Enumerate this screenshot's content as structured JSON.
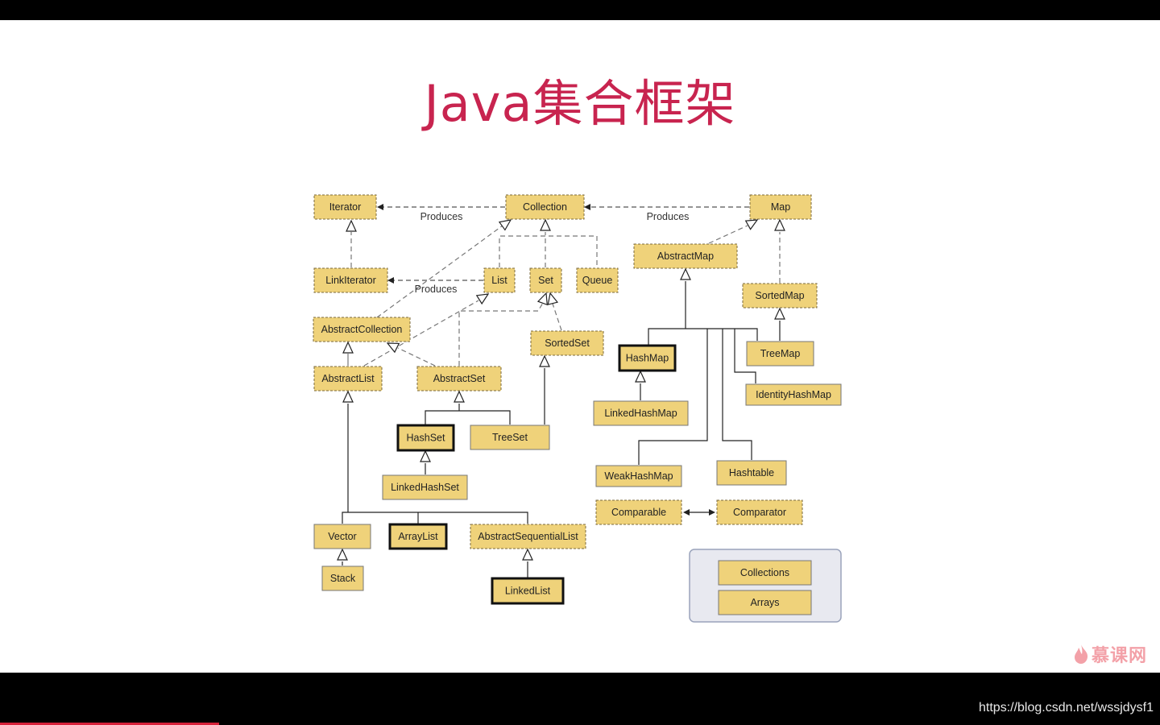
{
  "slide": {
    "title": "Java集合框架",
    "watermark": "慕课网",
    "source_url": "https://blog.csdn.net/wssjdysf1"
  },
  "diagram": {
    "nodes": [
      {
        "id": "Iterator",
        "label": "Iterator",
        "kind": "interface"
      },
      {
        "id": "Collection",
        "label": "Collection",
        "kind": "interface"
      },
      {
        "id": "Map",
        "label": "Map",
        "kind": "interface"
      },
      {
        "id": "LinkIterator",
        "label": "LinkIterator",
        "kind": "interface"
      },
      {
        "id": "List",
        "label": "List",
        "kind": "interface"
      },
      {
        "id": "Set",
        "label": "Set",
        "kind": "interface"
      },
      {
        "id": "Queue",
        "label": "Queue",
        "kind": "interface"
      },
      {
        "id": "AbstractMap",
        "label": "AbstractMap",
        "kind": "abstract"
      },
      {
        "id": "SortedMap",
        "label": "SortedMap",
        "kind": "interface"
      },
      {
        "id": "AbstractCollection",
        "label": "AbstractCollection",
        "kind": "abstract"
      },
      {
        "id": "SortedSet",
        "label": "SortedSet",
        "kind": "interface"
      },
      {
        "id": "HashMap",
        "label": "HashMap",
        "kind": "main"
      },
      {
        "id": "TreeMap",
        "label": "TreeMap",
        "kind": "class"
      },
      {
        "id": "AbstractList",
        "label": "AbstractList",
        "kind": "abstract"
      },
      {
        "id": "AbstractSet",
        "label": "AbstractSet",
        "kind": "abstract"
      },
      {
        "id": "IdentityHashMap",
        "label": "IdentityHashMap",
        "kind": "class"
      },
      {
        "id": "LinkedHashMap",
        "label": "LinkedHashMap",
        "kind": "class"
      },
      {
        "id": "HashSet",
        "label": "HashSet",
        "kind": "main"
      },
      {
        "id": "TreeSet",
        "label": "TreeSet",
        "kind": "class"
      },
      {
        "id": "WeakHashMap",
        "label": "WeakHashMap",
        "kind": "class"
      },
      {
        "id": "Hashtable",
        "label": "Hashtable",
        "kind": "class"
      },
      {
        "id": "LinkedHashSet",
        "label": "LinkedHashSet",
        "kind": "class"
      },
      {
        "id": "Comparable",
        "label": "Comparable",
        "kind": "interface"
      },
      {
        "id": "Comparator",
        "label": "Comparator",
        "kind": "interface"
      },
      {
        "id": "Vector",
        "label": "Vector",
        "kind": "class"
      },
      {
        "id": "ArrayList",
        "label": "ArrayList",
        "kind": "main"
      },
      {
        "id": "AbstractSequentialList",
        "label": "AbstractSequentialList",
        "kind": "abstract"
      },
      {
        "id": "Stack",
        "label": "Stack",
        "kind": "class"
      },
      {
        "id": "LinkedList",
        "label": "LinkedList",
        "kind": "main"
      },
      {
        "id": "Collections",
        "label": "Collections",
        "kind": "class"
      },
      {
        "id": "Arrays",
        "label": "Arrays",
        "kind": "class"
      }
    ],
    "edge_labels": [
      "Produces",
      "Produces",
      "Produces"
    ]
  }
}
